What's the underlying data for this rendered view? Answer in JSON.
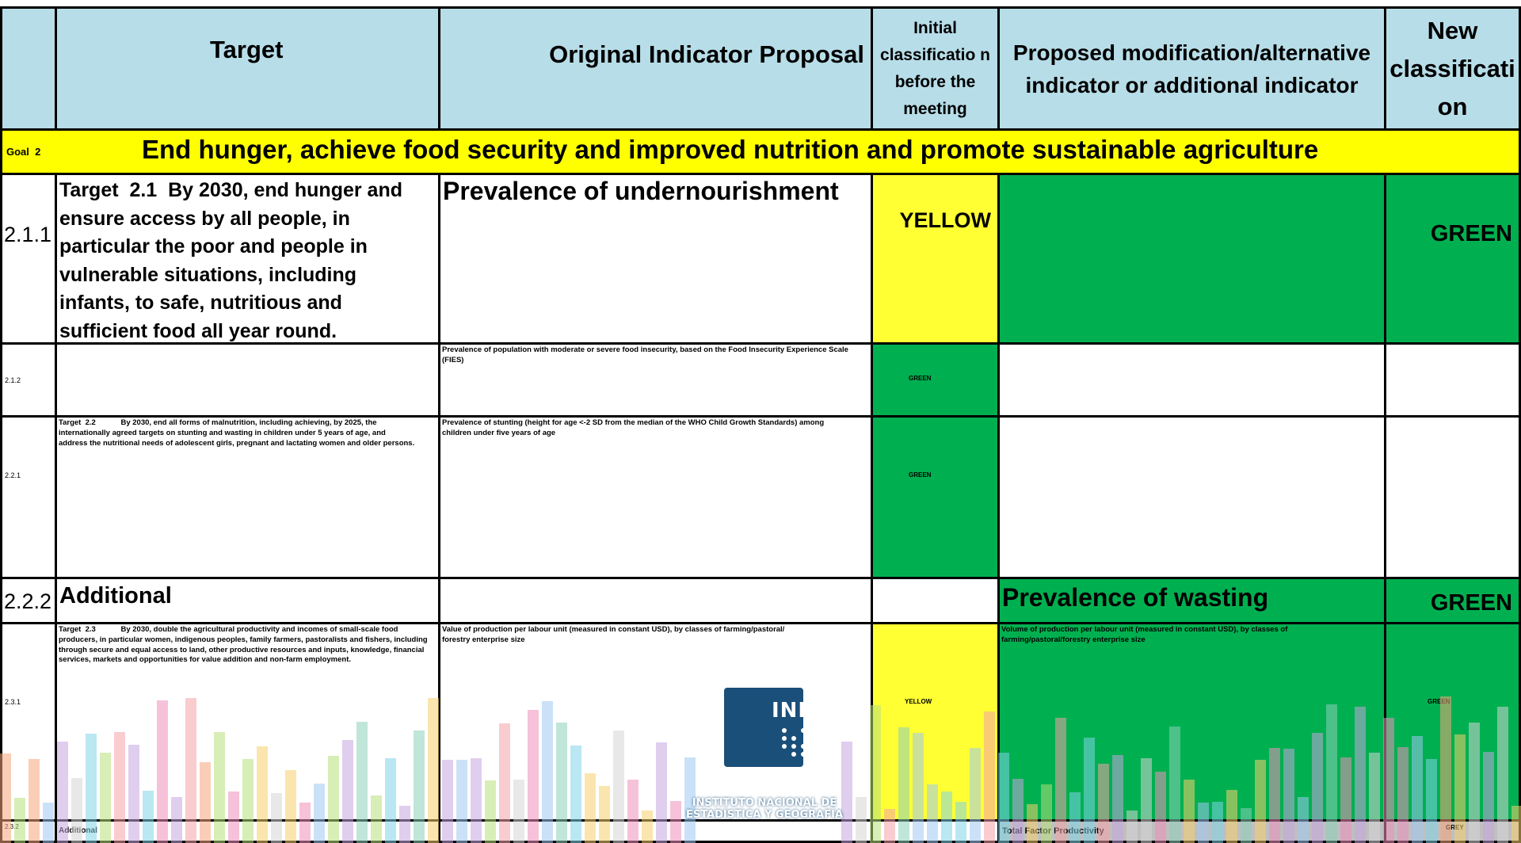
{
  "header": {
    "col_target": "Target",
    "col_original": "Original Indicator Proposal",
    "col_initial": "Initial classificatio n before the meeting",
    "col_proposed": "Proposed modification/alternative indicator or additional indicator",
    "col_new": "New classificati on"
  },
  "goal": {
    "code": "Goal  2",
    "title": "End hunger, achieve food security and improved nutrition and promote sustainable agriculture"
  },
  "rows": [
    {
      "code": "2.1.1",
      "target": "Target  2.1  By 2030, end hunger and ensure access by all people, in particular the poor and people in vulnerable situations, including infants, to safe, nutritious and sufficient food all year round.",
      "original": "Prevalence of undernourishment",
      "initial": "YELLOW",
      "proposed": "",
      "new": "GREEN"
    },
    {
      "code": "2.1.2",
      "target": "",
      "original": "Prevalence of population with moderate or severe food insecurity, based on the Food Insecurity Experience Scale (FIES)",
      "initial": "GREEN",
      "proposed": "",
      "new": ""
    },
    {
      "code": "2.2.1",
      "target": "Target  2.2            By 2030, end all forms of malnutrition, including achieving, by 2025, the internationally agreed targets on stunting and wasting in children under 5 years of age, and address the nutritional needs of adolescent girls, pregnant and lactating women and older persons.",
      "original": "Prevalence of stunting (height for age <-2 SD from the median of the WHO Child Growth Standards) among children under five years of age",
      "initial": "GREEN",
      "proposed": "",
      "new": ""
    },
    {
      "code": "2.2.2",
      "target": "Additional",
      "original": "",
      "initial": "",
      "proposed": "Prevalence of wasting",
      "new": "GREEN"
    },
    {
      "code": "2.3.1",
      "target": "Target  2.3            By 2030, double the agricultural productivity and incomes of small-scale food producers, in particular women, indigenous peoples, family farmers, pastoralists and fishers, including through secure and equal access to land, other productive resources and inputs, knowledge, financial services, markets and opportunities for value addition and non-farm employment.",
      "original": "Value of production per labour unit (measured in constant USD), by classes of farming/pastoral/ forestry enterprise size",
      "initial": "YELLOW",
      "proposed": "Volume of production per labour unit (measured in constant USD), by classes of farming/pastoral/forestry enterprise size",
      "new": "GREEN"
    },
    {
      "code": "2.3.2",
      "target": "Additional",
      "original": "",
      "initial": "",
      "proposed": "Total Factor Productivity",
      "new": "GREY"
    }
  ],
  "logo": {
    "name": "INEGI",
    "subtitle": "INSTITUTO NACIONAL DE ESTADÍSTICA Y GEOGRAFÍA"
  },
  "colors": {
    "header_bg": "#b7dde8",
    "goal_bg": "#ffff00",
    "yellow": "#ffff33",
    "green": "#00b050",
    "grey": "#bfbfbf"
  }
}
